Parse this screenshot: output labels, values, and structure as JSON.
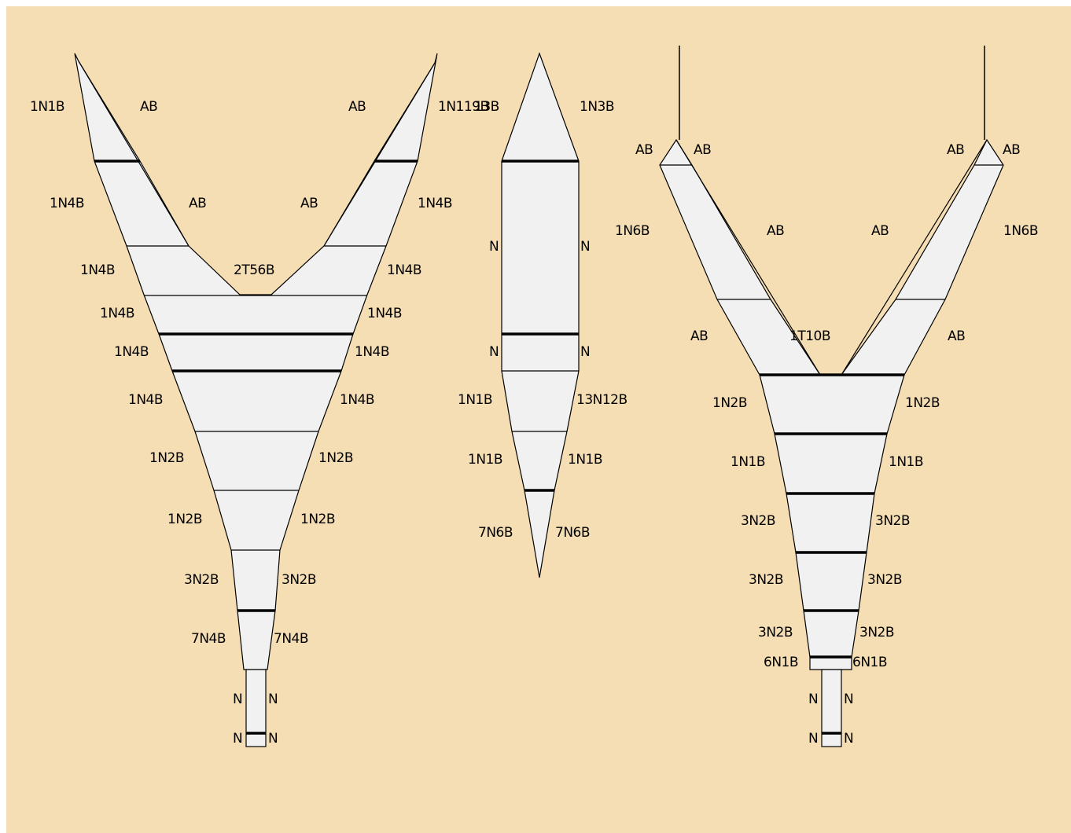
{
  "colors": {
    "background": "#f5deb3",
    "shape_fill": "#f1f1f1",
    "stroke": "#000000"
  },
  "diagrams": {
    "left": {
      "labels": {
        "l1": "1N1B",
        "r1": "1N119B",
        "in_l1": "AB",
        "in_r1": "AB",
        "l2": "1N4B",
        "r2": "1N4B",
        "in_l2": "AB",
        "in_r2": "AB",
        "l3": "1N4B",
        "r3": "1N4B",
        "crotch": "2T56B",
        "l4": "1N4B",
        "r4": "1N4B",
        "l5": "1N4B",
        "r5": "1N4B",
        "l6": "1N4B",
        "r6": "1N4B",
        "l7": "1N2B",
        "r7": "1N2B",
        "l8": "1N2B",
        "r8": "1N2B",
        "l9": "3N2B",
        "r9": "3N2B",
        "l10": "7N4B",
        "r10": "7N4B",
        "l11": "N",
        "r11": "N",
        "l12": "N",
        "r12": "N"
      }
    },
    "middle": {
      "labels": {
        "top_r": "1N3B",
        "top_l": "13B",
        "l2": "N",
        "r2": "N",
        "l3": "N",
        "r3": "N",
        "l4": "1N1B",
        "r4": "13N12B",
        "l5": "1N1B",
        "r5": "1N1B",
        "l6": "7N6B",
        "r6": "7N6B"
      }
    },
    "right": {
      "labels": {
        "ab_ll": "AB",
        "ab_lr": "AB",
        "ab_rl": "AB",
        "ab_rr": "AB",
        "l2": "1N6B",
        "r2": "1N6B",
        "in_l2": "AB",
        "in_r2": "AB",
        "l3": "AB",
        "r3": "AB",
        "crotch": "1T10B",
        "l4": "1N2B",
        "r4": "1N2B",
        "l5": "1N1B",
        "r5": "1N1B",
        "l6": "3N2B",
        "r6": "3N2B",
        "l7": "3N2B",
        "r7": "3N2B",
        "l8": "3N2B",
        "r8": "3N2B",
        "l9": "6N1B",
        "r9": "6N1B",
        "l10": "N",
        "r10": "N",
        "l11": "N",
        "r11": "N"
      }
    }
  }
}
